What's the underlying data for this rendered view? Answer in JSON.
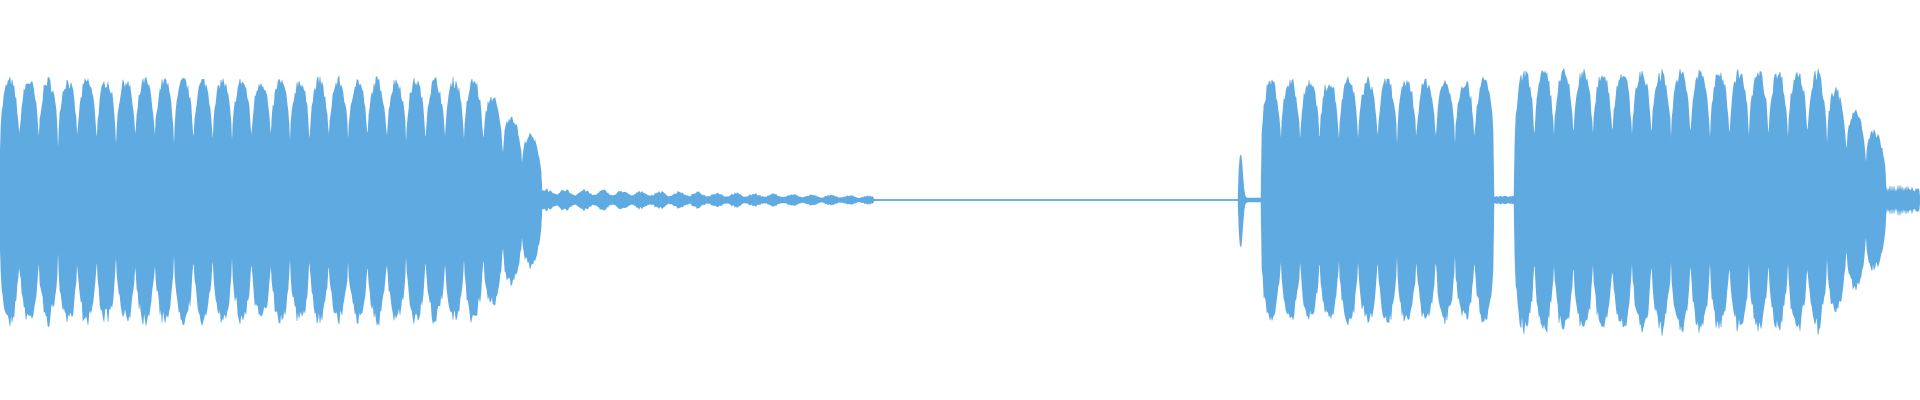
{
  "waveform": {
    "color": "#5faae1",
    "background": "#ffffff",
    "segments": [
      {
        "kind": "pulses",
        "start": 0.0,
        "end": 0.282,
        "pulse_count": 28,
        "amplitude": 0.62,
        "fade_out": 0.12
      },
      {
        "kind": "ripple",
        "start": 0.282,
        "end": 0.455,
        "amplitude": 0.06,
        "decay": true
      },
      {
        "kind": "silence",
        "start": 0.455,
        "end": 0.645
      },
      {
        "kind": "blip",
        "start": 0.645,
        "end": 0.657,
        "amplitude": 0.22
      },
      {
        "kind": "pulses",
        "start": 0.657,
        "end": 0.778,
        "pulse_count": 12,
        "amplitude": 0.62,
        "fade_out": 0.0
      },
      {
        "kind": "gap",
        "start": 0.778,
        "end": 0.789,
        "amplitude": 0.02
      },
      {
        "kind": "pulses",
        "start": 0.789,
        "end": 0.982,
        "pulse_count": 19,
        "amplitude": 0.66,
        "fade_out": 0.18
      },
      {
        "kind": "ripple",
        "start": 0.982,
        "end": 1.0,
        "amplitude": 0.08,
        "decay": false
      }
    ]
  }
}
